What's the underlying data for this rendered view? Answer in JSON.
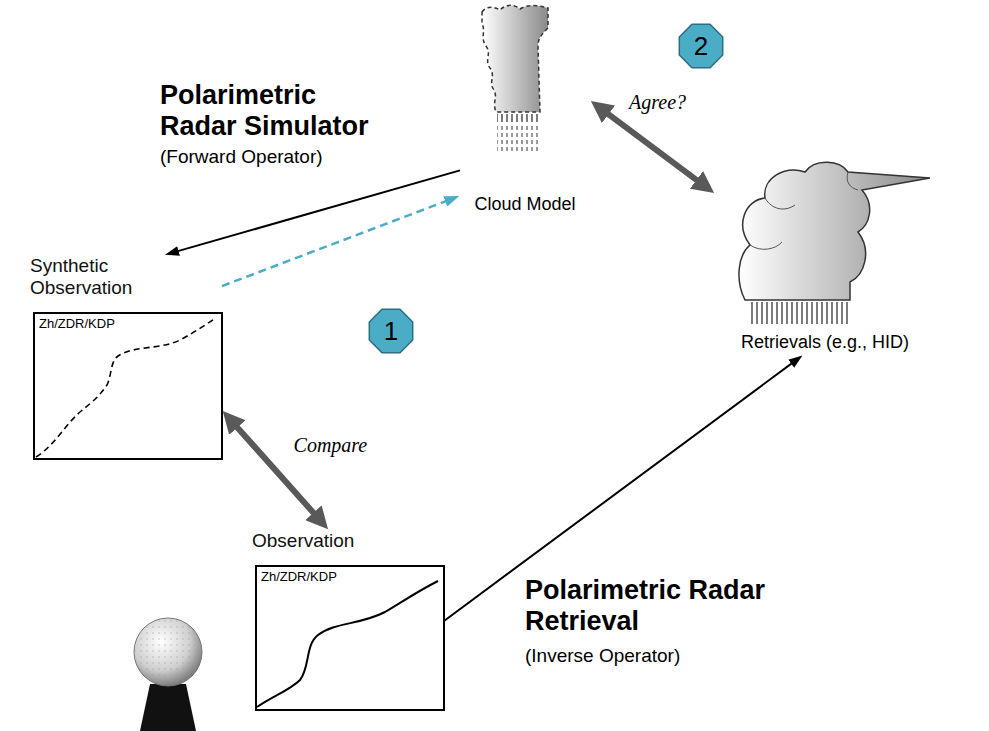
{
  "diagram": {
    "nodes": [
      {
        "text": [
          "Cloud Model"
        ]
      },
      {
        "text": [
          "2"
        ]
      },
      {
        "text": [
          "Synthetic Observation",
          "Zh/ZDR/KDP"
        ]
      },
      {
        "text": [
          "1"
        ]
      },
      {
        "text": [
          "Retrievals (e.g., HID)"
        ]
      },
      {
        "text": [
          "Observation",
          "Zh/ZDR/KDP"
        ]
      }
    ],
    "edges": [
      {
        "from": 0,
        "to": 2,
        "arrow": "to"
      },
      {
        "from": 2,
        "to": 0,
        "arrow": "to"
      },
      {
        "from": 2,
        "to": 5,
        "label": "Compare",
        "arrow": "both"
      },
      {
        "from": 0,
        "to": 4,
        "label": "Agree?",
        "arrow": "both"
      },
      {
        "from": 5,
        "to": 4,
        "arrow": "to"
      }
    ],
    "labels": [
      "Polarimetric Radar Simulator",
      "(Forward Operator)",
      "Polarimetric Radar Retrieval",
      "(Inverse Operator)"
    ]
  }
}
